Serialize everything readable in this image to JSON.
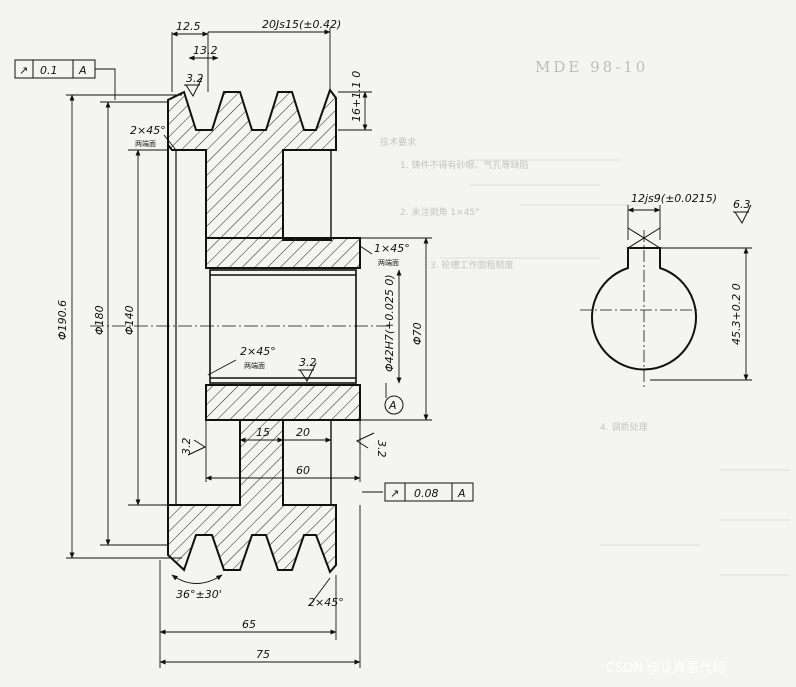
{
  "drawing": {
    "tolerance_frame_top": {
      "symbol": "↗",
      "value": "0.1",
      "datum": "A"
    },
    "tolerance_frame_hub": {
      "symbol": "↗",
      "value": "0.08",
      "datum": "A"
    },
    "datum_marker": "A",
    "dims": {
      "top_12_5": "12.5",
      "top_20js15": "20Js15(±0.42)",
      "top_13_2": "13.2",
      "rough_top_groove": "3.2",
      "groove_depth": "16+1.1 0",
      "chamfer_top_left": "2×45°",
      "chamfer_top_left_note": "两端面",
      "chamfer_bore": "1×45°",
      "chamfer_bore_note": "两端面",
      "chamfer_mid": "2×45°",
      "chamfer_mid_note": "两端面",
      "rough_bore": "3.2",
      "dia_190_6": "Φ190.6",
      "dia_180": "Φ180",
      "dia_140": "Φ140",
      "dia_bore": "Φ42H7(+0.025 0)",
      "dia_70": "Φ70",
      "rough_left_hub": "3.2",
      "rough_right_hub": "3.2",
      "web_15": "15",
      "web_20": "20",
      "hub_60": "60",
      "groove_angle": "36°±30'",
      "chamfer_bottom": "2×45°",
      "width_65": "65",
      "width_75": "75"
    },
    "section": {
      "keyway": "12js9(±0.0215)",
      "rough": "6.3",
      "depth": "45.3+0.2 0"
    },
    "background": {
      "header": "MDE 98-10",
      "lines": [
        "技术要求",
        "1. 铸件不得有砂眼、气孔等缺陷",
        "2. 未注倒角 1×45°",
        "3. 轮槽工作面粗糙度",
        "4. 调质处理"
      ]
    }
  },
  "watermark": "CSDN @认真看代码"
}
